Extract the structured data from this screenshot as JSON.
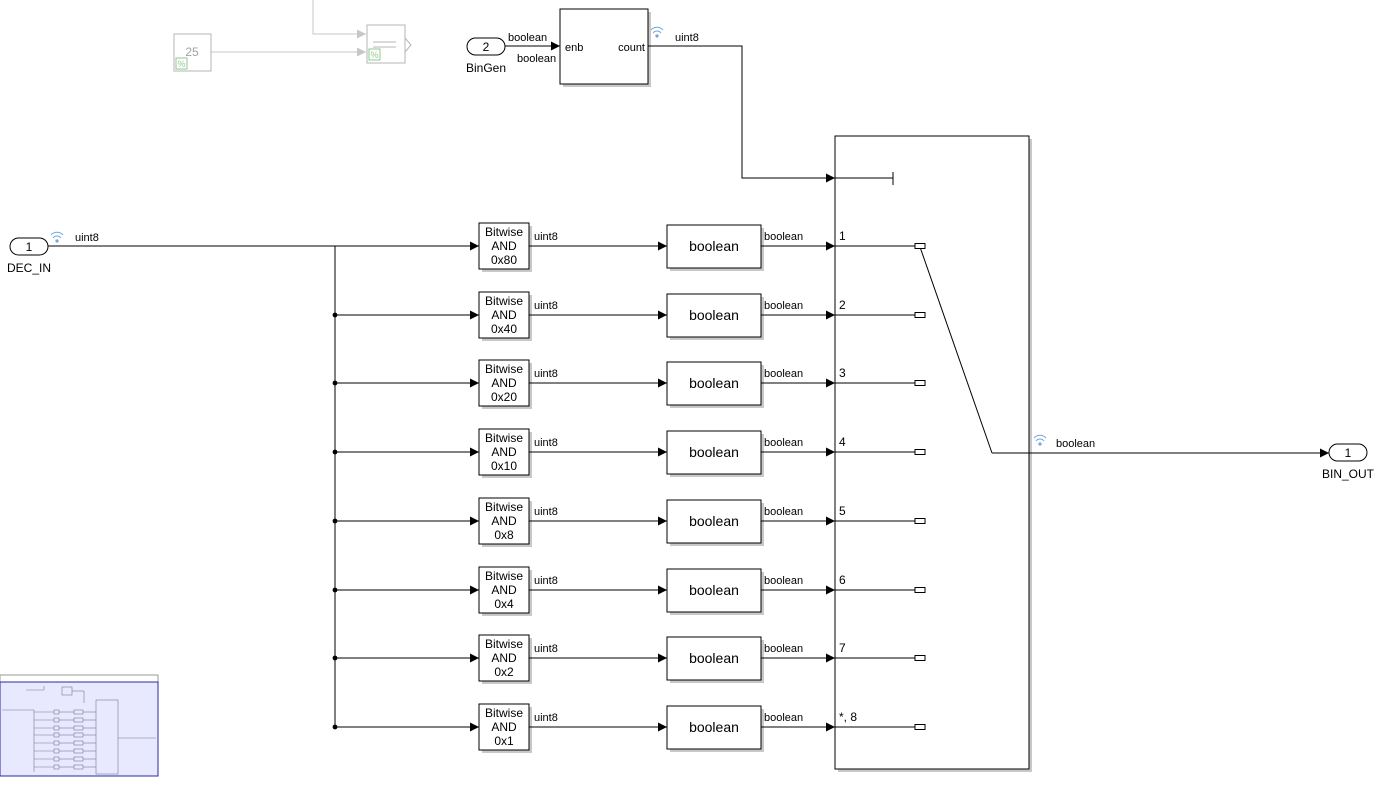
{
  "colors": {
    "wire": "#000000",
    "greyed": "#9a9a9a",
    "signal_icon": "#6fa8dc",
    "navigator_fill": "#e8e8ff",
    "navigator_border": "#2a2aa0"
  },
  "inport_dec": {
    "number": "1",
    "name": "DEC_IN",
    "signal_type": "uint8"
  },
  "inport_bingen": {
    "number": "2",
    "name": "BinGen",
    "type_top": "boolean",
    "type_bottom": "boolean"
  },
  "counter": {
    "enable_port": "enb",
    "output_port": "count",
    "output_type": "uint8"
  },
  "constant": {
    "value": "25"
  },
  "outport": {
    "number": "1",
    "name": "BIN_OUT",
    "signal_type": "boolean"
  },
  "bitwise_rows": [
    {
      "line1": "Bitwise",
      "line2": "AND",
      "mask": "0x80",
      "out_type": "uint8",
      "conv_label": "boolean",
      "conv_out": "boolean",
      "port_label": "1"
    },
    {
      "line1": "Bitwise",
      "line2": "AND",
      "mask": "0x40",
      "out_type": "uint8",
      "conv_label": "boolean",
      "conv_out": "boolean",
      "port_label": "2"
    },
    {
      "line1": "Bitwise",
      "line2": "AND",
      "mask": "0x20",
      "out_type": "uint8",
      "conv_label": "boolean",
      "conv_out": "boolean",
      "port_label": "3"
    },
    {
      "line1": "Bitwise",
      "line2": "AND",
      "mask": "0x10",
      "out_type": "uint8",
      "conv_label": "boolean",
      "conv_out": "boolean",
      "port_label": "4"
    },
    {
      "line1": "Bitwise",
      "line2": "AND",
      "mask": "0x8",
      "out_type": "uint8",
      "conv_label": "boolean",
      "conv_out": "boolean",
      "port_label": "5"
    },
    {
      "line1": "Bitwise",
      "line2": "AND",
      "mask": "0x4",
      "out_type": "uint8",
      "conv_label": "boolean",
      "conv_out": "boolean",
      "port_label": "6"
    },
    {
      "line1": "Bitwise",
      "line2": "AND",
      "mask": "0x2",
      "out_type": "uint8",
      "conv_label": "boolean",
      "conv_out": "boolean",
      "port_label": "7"
    },
    {
      "line1": "Bitwise",
      "line2": "AND",
      "mask": "0x1",
      "out_type": "uint8",
      "conv_label": "boolean",
      "conv_out": "boolean",
      "port_label": "*, 8"
    }
  ]
}
